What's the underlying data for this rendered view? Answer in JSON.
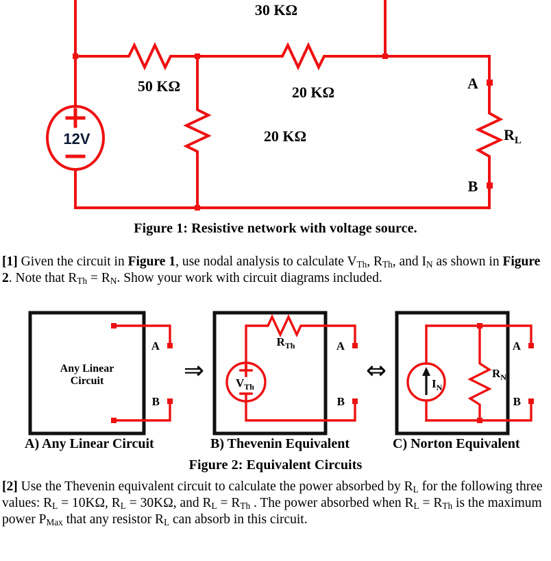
{
  "figure1": {
    "caption": "Figure 1: Resistive network with voltage source.",
    "source_label": "12V",
    "source_plus": "+",
    "source_minus": "−",
    "r_top_label": "30 KΩ",
    "r_left_label": "50 KΩ",
    "r_series_label": "20 KΩ",
    "r_shunt_label": "20 KΩ",
    "load_label_main": "R",
    "load_label_sub": "L",
    "node_a": "A",
    "node_b": "B"
  },
  "paragraph1": {
    "number": "[1]",
    "t1": "Given the circuit in ",
    "b1": "Figure 1",
    "t2": ", use nodal analysis to calculate V",
    "s1": "Th",
    "t3": ", R",
    "s2": "Th",
    "t4": ", and I",
    "s3": "N",
    "t5": " as shown in ",
    "b2": "Figure 2",
    "t6": ". Note that R",
    "s4": "Th",
    "t7": " = R",
    "s5": "N",
    "t8": ". Show your work with circuit diagrams included."
  },
  "figure2": {
    "caption": "Figure 2: Equivalent Circuits",
    "arrow_single": "⇒",
    "arrow_double": "⇔",
    "panel_a": {
      "caption": "A)  Any Linear Circuit",
      "box_label_line1": "Any Linear",
      "box_label_line2": "Circuit",
      "node_a": "A",
      "node_b": "B"
    },
    "panel_b": {
      "caption": "B)  Thevenin Equivalent",
      "source_main": "V",
      "source_sub": "Th",
      "source_plus": "+",
      "source_minus": "−",
      "resistor_main": "R",
      "resistor_sub": "Th",
      "node_a": "A",
      "node_b": "B"
    },
    "panel_c": {
      "caption": "C)  Norton Equivalent",
      "source_main": "I",
      "source_sub": "N",
      "resistor_main": "R",
      "resistor_sub": "N",
      "node_a": "A",
      "node_b": "B"
    }
  },
  "paragraph2": {
    "number": "[2]",
    "t1": "Use the Thevenin equivalent circuit to calculate the power absorbed by R",
    "s1": "L",
    "t2": " for the following three values: R",
    "s2": "L",
    "t3": " = 10KΩ, R",
    "s3": "L",
    "t4": " = 30KΩ, and R",
    "s4": "L",
    "t5": " =  R",
    "s5": "Th",
    "t6": " .  The power absorbed when R",
    "s6": "L",
    "t7": " =  R",
    "s7": "Th",
    "t8": " is the maximum power P",
    "s8": "Max",
    "t9": "  that any resistor R",
    "s9": "L",
    "t10": " can absorb in this circuit."
  },
  "colors": {
    "wire": "#ee1111",
    "box": "#111111",
    "text": "#000000"
  }
}
